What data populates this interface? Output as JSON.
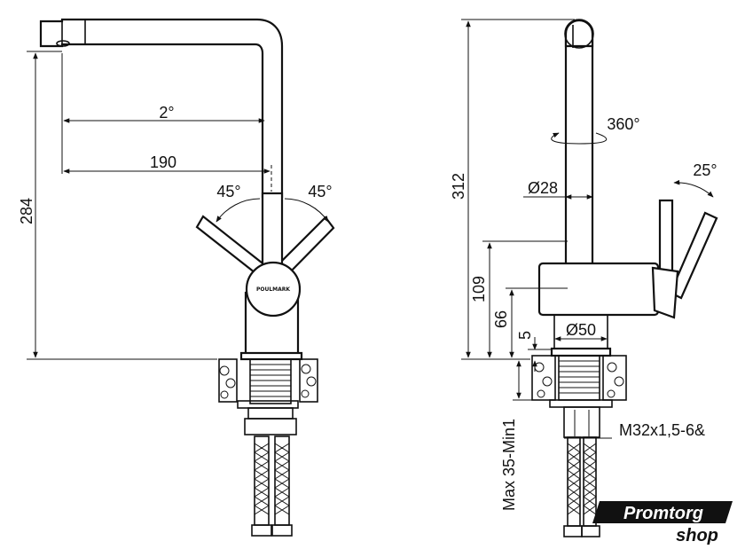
{
  "brand": "POULMARK",
  "front_view": {
    "height_label": "284",
    "reach_label": "190",
    "tilt_label": "2°",
    "handle_left_angle": "45°",
    "handle_right_angle": "45°"
  },
  "side_view": {
    "total_height_label": "312",
    "rotation_label": "360°",
    "spout_diameter_label": "Ø28",
    "handle_angle_label": "25°",
    "body_height_label": "109",
    "handle_axis_height_label": "66",
    "base_height_label": "5",
    "base_diameter_label": "Ø50",
    "thread_label": "M32x1,5-6&",
    "countertop_label": "Max 35-Min1"
  },
  "watermark": {
    "line1": "Promtorg",
    "line2": "shop"
  }
}
